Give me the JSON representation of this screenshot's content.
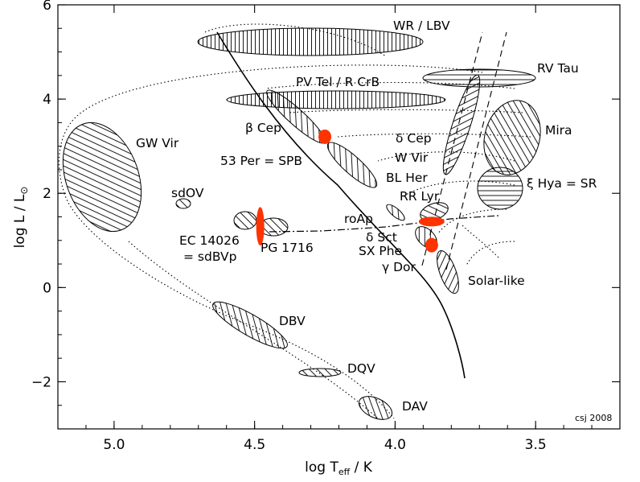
{
  "chart_data": {
    "type": "scatter",
    "title": "",
    "xlabel": "log T",
    "xlabel_sub": "eff",
    "xlabel_unit": " / K",
    "ylabel": "log L / L",
    "ylabel_sub": "⊙",
    "xlim": [
      5.2,
      3.2
    ],
    "ylim": [
      -3.0,
      6.0
    ],
    "x_reversed": true,
    "x_ticks": [
      5.0,
      4.5,
      4.0,
      3.5
    ],
    "x_tick_labels": [
      "5.0",
      "4.5",
      "4.0",
      "3.5"
    ],
    "y_ticks": [
      -2,
      0,
      2,
      4,
      6
    ],
    "y_tick_labels": [
      "−2",
      "0",
      "2",
      "4",
      "6"
    ],
    "grid": false,
    "credit": "csj 2008",
    "regions": [
      {
        "label": "WR / LBV",
        "x": 4.5,
        "y": 5.25
      },
      {
        "label": "RV Tau",
        "x": 3.6,
        "y": 4.5
      },
      {
        "label": "PV Tel / R CrB",
        "x": 4.22,
        "y": 4.05
      },
      {
        "label": "β Cep",
        "x": 4.39,
        "y": 3.65
      },
      {
        "label": "Mira",
        "x": 3.58,
        "y": 3.3
      },
      {
        "label": "GW Vir",
        "x": 5.0,
        "y": 2.65
      },
      {
        "label": "δ Cep",
        "x": 3.87,
        "y": 2.9
      },
      {
        "label": "W Vir",
        "x": 3.82,
        "y": 2.6
      },
      {
        "label": "53 Per = SPB",
        "x": 4.2,
        "y": 2.7
      },
      {
        "label": "BL Her",
        "x": 3.85,
        "y": 2.3
      },
      {
        "label": "ξ Hya = SR",
        "x": 3.62,
        "y": 2.2
      },
      {
        "label": "sdOV",
        "x": 4.75,
        "y": 1.8
      },
      {
        "label": "RR Lyr",
        "x": 3.86,
        "y": 1.6
      },
      {
        "label": "roAp",
        "x": 3.92,
        "y": 1.35
      },
      {
        "label": "δ Sct",
        "x": 3.88,
        "y": 1.1
      },
      {
        "label": "EC 14026 = sdBVp",
        "x": 4.7,
        "y": 1.0
      },
      {
        "label": "PG 1716",
        "x": 4.45,
        "y": 1.1
      },
      {
        "label": "SX Phe",
        "x": 3.86,
        "y": 0.8
      },
      {
        "label": "γ Dor",
        "x": 3.85,
        "y": 0.5
      },
      {
        "label": "Solar-like",
        "x": 3.76,
        "y": 0.3
      },
      {
        "label": "DBV",
        "x": 4.45,
        "y": -0.8
      },
      {
        "label": "DQV",
        "x": 4.3,
        "y": -1.75
      },
      {
        "label": "DAV",
        "x": 4.08,
        "y": -2.6
      }
    ],
    "highlights": [
      {
        "name": "β Cep / SPB point",
        "x": 4.25,
        "y": 3.2,
        "color": "#ff3300"
      },
      {
        "name": "EC 14026 / PG 1716 point",
        "x": 4.48,
        "y": 1.3,
        "color": "#ff3300"
      },
      {
        "name": "roAp point",
        "x": 3.87,
        "y": 1.4,
        "color": "#ff3300"
      },
      {
        "name": "δ Sct point",
        "x": 3.87,
        "y": 0.9,
        "color": "#ff3300"
      }
    ]
  },
  "colors": {
    "background": "#ffffff",
    "ink": "#000000",
    "highlight": "#ff3300"
  }
}
